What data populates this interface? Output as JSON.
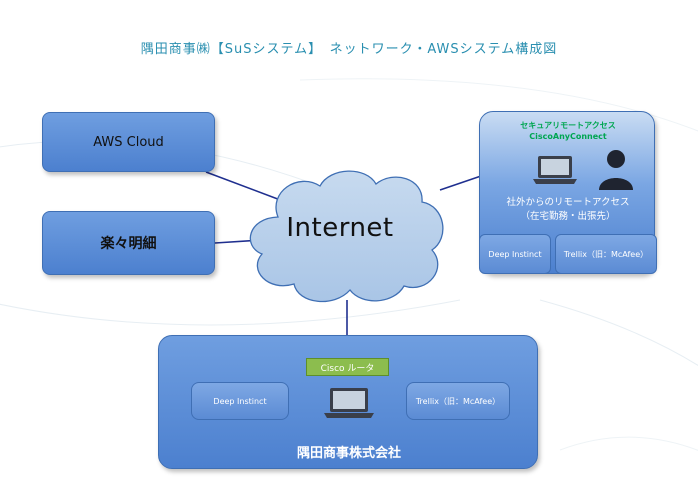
{
  "title": "隅田商事㈱【SuSシステム】　ネットワーク・AWSシステム構成図",
  "nodes": {
    "aws": "AWS Cloud",
    "rakuraku": "楽々明細",
    "internet": "Internet",
    "remote": {
      "title_line1": "セキュアリモートアクセス",
      "title_line2": "CiscoAnyConnect",
      "desc_line1": "社外からのリモートアクセス",
      "desc_line2": "（在宅勤務・出張先）",
      "security_1": "Deep Instinct",
      "security_2": "Trellix（旧：McAfee）"
    },
    "company": {
      "name": "隅田商事株式会社",
      "router": "Cisco ルータ",
      "security_1": "Deep Instinct",
      "security_2": "Trellix（旧：McAfee）"
    }
  },
  "colors": {
    "title": "#2a8fb0",
    "box": "#4c80cf",
    "link": "#1f2f8f",
    "router": "#8cbd4e",
    "highlight_text": "#00a651"
  },
  "icons": [
    "laptop-icon",
    "person-icon",
    "cloud-icon"
  ]
}
